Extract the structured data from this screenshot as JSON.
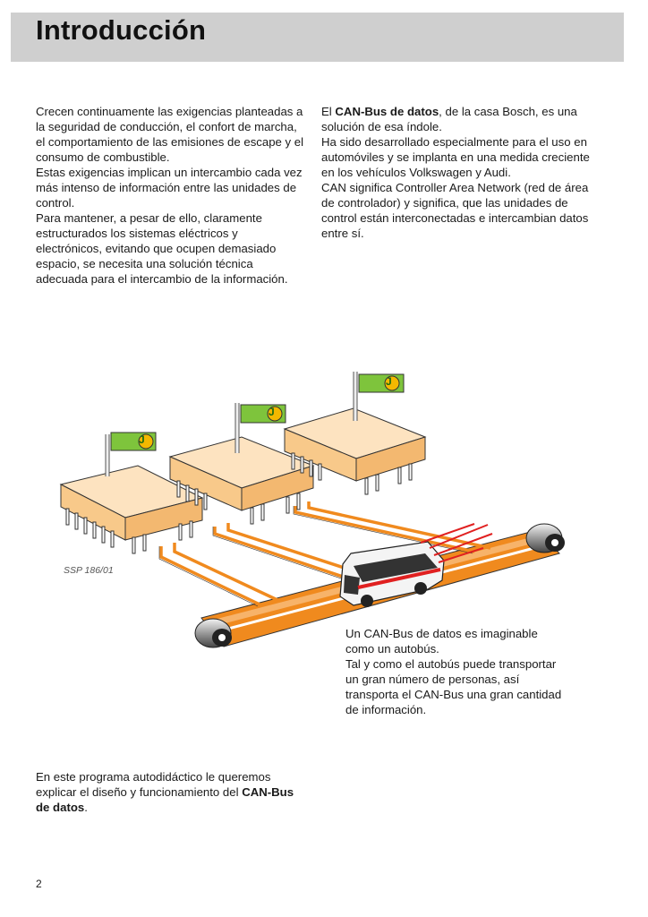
{
  "header": {
    "title": "Introducción"
  },
  "left_column": [
    "Crecen continuamente las exigencias planteadas a la seguridad de conducción, el confort de marcha, el comportamiento de las emisiones de escape y el consumo de combustible.",
    "Estas exigencias implican un intercambio cada vez más intenso de información entre las unidades de control.",
    "Para mantener, a pesar de ello, claramente estructurados los sistemas eléctricos y electrónicos, evitando que ocupen demasiado espacio, se necesita una solución técnica adecuada para el intercambio de la información."
  ],
  "right_column": {
    "p1_prefix": "El ",
    "p1_bold": "CAN-Bus de datos",
    "p1_suffix": ", de la casa Bosch, es una solución de esa índole.",
    "p2": "Ha sido desarrollado especialmente para el uso en automóviles y se implanta en una medida creciente en los vehículos Volkswagen y Audi.",
    "p3": "CAN significa Controller Area Network (red de área de controlador) y significa, que las unidades de control están interconectadas e intercambian datos entre sí."
  },
  "figure": {
    "label": "SSP 186/01",
    "flag_letter": "J",
    "caption": [
      "Un CAN-Bus de datos es imaginable como un autobús.",
      "Tal y como el autobús puede transportar un gran número de personas, así transporta el CAN-Bus una gran cantidad de información."
    ]
  },
  "bottom_text": {
    "prefix": "En este programa autodidáctico le queremos explicar el diseño y funcionamiento del ",
    "bold": "CAN-Bus de datos",
    "suffix": "."
  },
  "footer": {
    "page_number": "2"
  },
  "colors": {
    "header_band": "#cfcfcf",
    "chip": "#f8c98a",
    "bus_band": "#f08a1e",
    "flag": "#7ec43c",
    "bus_stripe": "#e02020"
  }
}
